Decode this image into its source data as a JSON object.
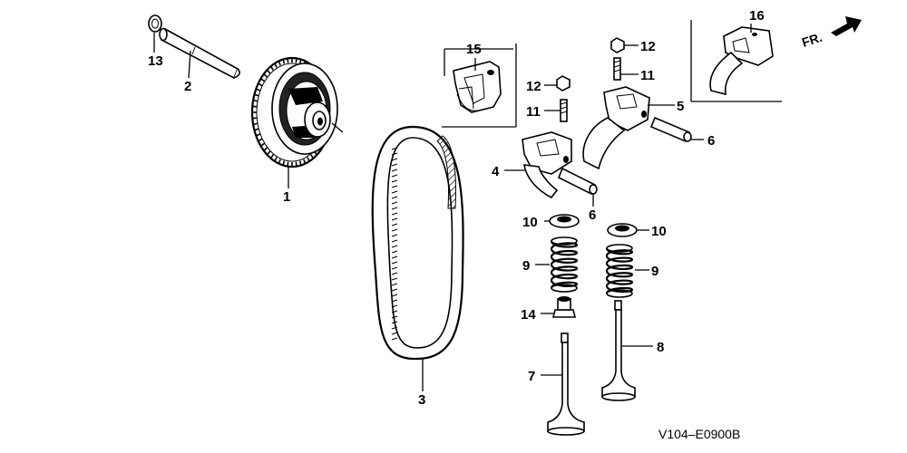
{
  "diagram_code": "V104–E0900B",
  "direction_marker": "FR.",
  "parts": [
    {
      "ref": "1",
      "part": "cam-pulley"
    },
    {
      "ref": "2",
      "part": "cam-shaft"
    },
    {
      "ref": "3",
      "part": "timing-belt"
    },
    {
      "ref": "4",
      "part": "rocker-arm-intake"
    },
    {
      "ref": "5",
      "part": "rocker-arm-exhaust"
    },
    {
      "ref": "6",
      "part": "rocker-shaft-left"
    },
    {
      "ref": "6",
      "part": "rocker-shaft-right"
    },
    {
      "ref": "7",
      "part": "valve-intake"
    },
    {
      "ref": "8",
      "part": "valve-exhaust"
    },
    {
      "ref": "9",
      "part": "valve-spring-left"
    },
    {
      "ref": "9",
      "part": "valve-spring-right"
    },
    {
      "ref": "10",
      "part": "spring-retainer-left"
    },
    {
      "ref": "10",
      "part": "spring-retainer-right"
    },
    {
      "ref": "11",
      "part": "adjust-screw-left"
    },
    {
      "ref": "11",
      "part": "adjust-screw-right"
    },
    {
      "ref": "12",
      "part": "lock-nut-left"
    },
    {
      "ref": "12",
      "part": "lock-nut-right"
    },
    {
      "ref": "13",
      "part": "o-ring"
    },
    {
      "ref": "14",
      "part": "stem-seal"
    },
    {
      "ref": "15",
      "part": "bracket"
    },
    {
      "ref": "16",
      "part": "rocker-arm-bracket-assy"
    }
  ]
}
